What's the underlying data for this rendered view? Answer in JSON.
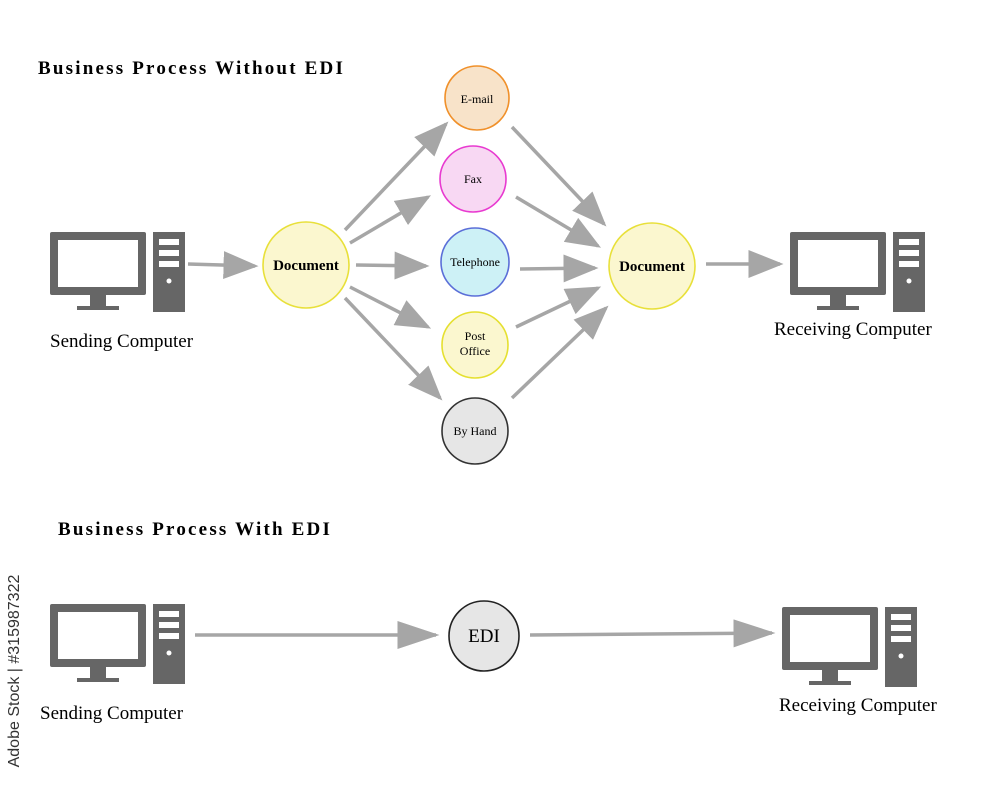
{
  "headings": {
    "without_edi": "Business Process Without EDI",
    "with_edi": "Business Process With EDI"
  },
  "without_edi": {
    "sending_label": "Sending Computer",
    "receiving_label": "Receiving Computer",
    "source_node": "Document",
    "target_node": "Document",
    "channels": [
      {
        "label": "E-mail",
        "fill": "#f8e3c9",
        "stroke": "#f0902a"
      },
      {
        "label": "Fax",
        "fill": "#f8d8f3",
        "stroke": "#e83ad0"
      },
      {
        "label": "Telephone",
        "fill": "#cdf1f6",
        "stroke": "#5b6fd8"
      },
      {
        "label": "Post\nOffice",
        "fill": "#fbf7cf",
        "stroke": "#e5e030"
      },
      {
        "label": "By Hand",
        "fill": "#e6e6e6",
        "stroke": "#333333"
      }
    ]
  },
  "with_edi": {
    "sending_label": "Sending Computer",
    "receiving_label": "Receiving Computer",
    "node": "EDI"
  },
  "colors": {
    "document_fill": "#fbf7cf",
    "document_stroke": "#e8e03a",
    "edi_fill": "#e6e6e6",
    "edi_stroke": "#222222",
    "arrow": "#a6a6a6",
    "computer": "#666666"
  },
  "watermark": "Adobe Stock | #315987322"
}
